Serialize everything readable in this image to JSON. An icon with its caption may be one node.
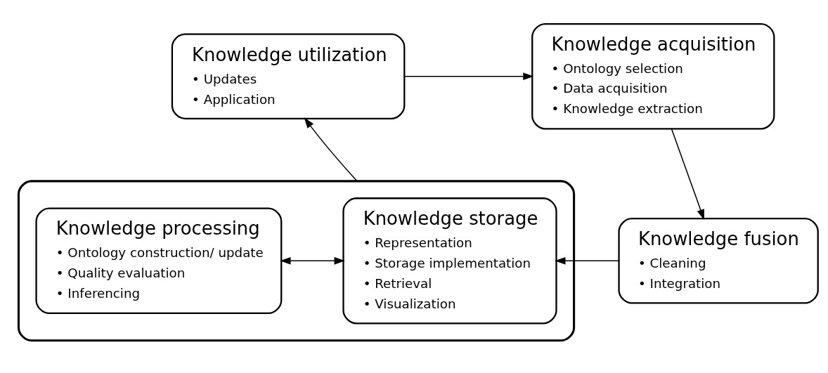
{
  "diagram": {
    "nodes": [
      {
        "text": [
          "Knowledge utilization",
          "• Updates",
          "• Application"
        ]
      },
      {
        "text": [
          "Knowledge acquisition",
          "• Ontology selection",
          "• Data acquisition",
          "• Knowledge extraction"
        ]
      },
      {
        "text": [],
        "shape": "box"
      },
      {
        "text": [
          "Knowledge processing",
          "• Ontology construction/ update",
          "• Quality evaluation",
          "• Inferencing"
        ],
        "in": 2
      },
      {
        "text": [
          "Knowledge storage",
          "• Representation",
          "• Storage implementation",
          "• Retrieval",
          "• Visualization"
        ],
        "in": 2
      },
      {
        "text": [
          "Knowledge fusion",
          "• Cleaning",
          "• Integration"
        ]
      }
    ],
    "edges": [
      {
        "from": 0,
        "to": 1,
        "arrow": "to"
      },
      {
        "from": 1,
        "to": 5,
        "arrow": "to"
      },
      {
        "from": 5,
        "to": 4,
        "arrow": "to"
      },
      {
        "from": 3,
        "to": 4,
        "arrow": "both"
      },
      {
        "from": 2,
        "to": 0,
        "arrow": "to"
      }
    ]
  }
}
